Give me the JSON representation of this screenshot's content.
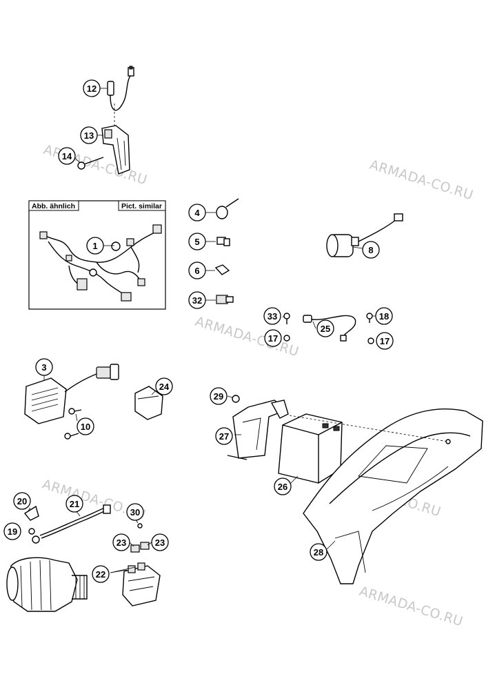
{
  "diagram": {
    "watermark_text": "ARMADA-CO.RU",
    "similar_box": {
      "label_left": "Abb. ähnlich",
      "label_right": "Pict. similar"
    },
    "callouts": [
      "1",
      "3",
      "4",
      "5",
      "6",
      "8",
      "10",
      "12",
      "13",
      "14",
      "17",
      "17",
      "18",
      "19",
      "20",
      "21",
      "22",
      "23",
      "23",
      "24",
      "25",
      "26",
      "27",
      "28",
      "29",
      "30",
      "32",
      "33"
    ]
  }
}
